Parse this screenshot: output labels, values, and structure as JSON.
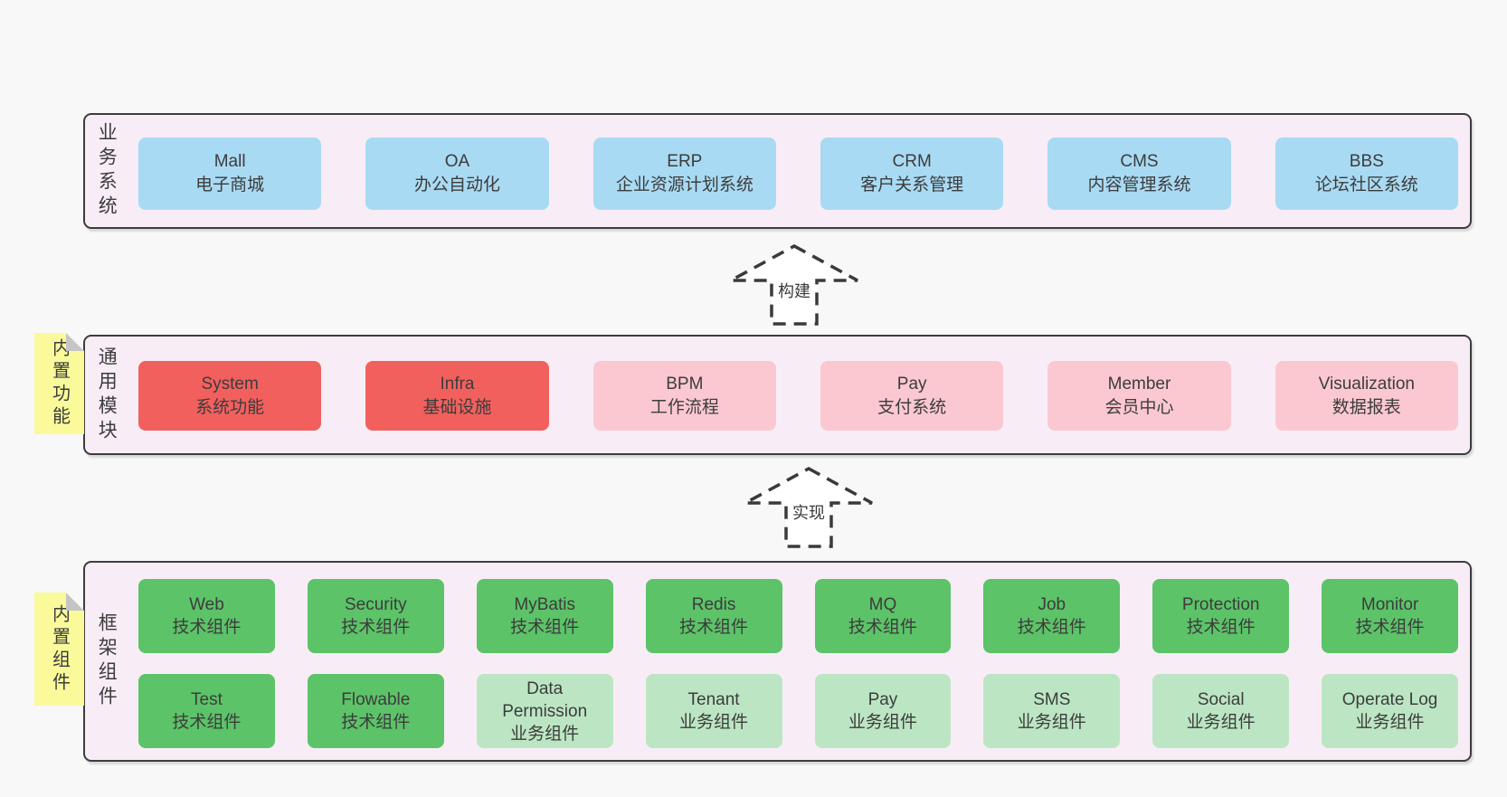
{
  "colors": {
    "page_bg": "#f8f8f8",
    "band_bg": "#f8edf6",
    "band_border": "#3d3d3d",
    "blue_node": "#a9daf3",
    "red_node": "#f2605e",
    "pink_node": "#fbc8d1",
    "green_node": "#5cc368",
    "light_green_node": "#bce6c3",
    "sticky_yellow": "#fafa9b",
    "sticky_fold": "#c5c5c5",
    "text": "#3c3c3c"
  },
  "business": {
    "label": "业务系统",
    "boxes": [
      {
        "title": "Mall",
        "subtitle": "电子商城",
        "variant": "blue"
      },
      {
        "title": "OA",
        "subtitle": "办公自动化",
        "variant": "blue"
      },
      {
        "title": "ERP",
        "subtitle": "企业资源计划系统",
        "variant": "blue"
      },
      {
        "title": "CRM",
        "subtitle": "客户关系管理",
        "variant": "blue"
      },
      {
        "title": "CMS",
        "subtitle": "内容管理系统",
        "variant": "blue"
      },
      {
        "title": "BBS",
        "subtitle": "论坛社区系统",
        "variant": "blue"
      }
    ]
  },
  "arrows": {
    "build": "构建",
    "implement": "实现"
  },
  "modules": {
    "sticky": "内置功能",
    "label": "通用模块",
    "boxes": [
      {
        "title": "System",
        "subtitle": "系统功能",
        "variant": "red"
      },
      {
        "title": "Infra",
        "subtitle": "基础设施",
        "variant": "red"
      },
      {
        "title": "BPM",
        "subtitle": "工作流程",
        "variant": "pink"
      },
      {
        "title": "Pay",
        "subtitle": "支付系统",
        "variant": "pink"
      },
      {
        "title": "Member",
        "subtitle": "会员中心",
        "variant": "pink"
      },
      {
        "title": "Visualization",
        "subtitle": "数据报表",
        "variant": "pink"
      }
    ]
  },
  "components": {
    "sticky": "内置组件",
    "label": "框架组件",
    "row1": [
      {
        "title": "Web",
        "subtitle": "技术组件",
        "variant": "green"
      },
      {
        "title": "Security",
        "subtitle": "技术组件",
        "variant": "green"
      },
      {
        "title": "MyBatis",
        "subtitle": "技术组件",
        "variant": "green"
      },
      {
        "title": "Redis",
        "subtitle": "技术组件",
        "variant": "green"
      },
      {
        "title": "MQ",
        "subtitle": "技术组件",
        "variant": "green"
      },
      {
        "title": "Job",
        "subtitle": "技术组件",
        "variant": "green"
      },
      {
        "title": "Protection",
        "subtitle": "技术组件",
        "variant": "green"
      },
      {
        "title": "Monitor",
        "subtitle": "技术组件",
        "variant": "green"
      }
    ],
    "row2": [
      {
        "title": "Test",
        "subtitle": "技术组件",
        "variant": "green"
      },
      {
        "title": "Flowable",
        "subtitle": "技术组件",
        "variant": "green"
      },
      {
        "title": "Data Permission",
        "subtitle": "业务组件",
        "variant": "lightgreen"
      },
      {
        "title": "Tenant",
        "subtitle": "业务组件",
        "variant": "lightgreen"
      },
      {
        "title": "Pay",
        "subtitle": "业务组件",
        "variant": "lightgreen"
      },
      {
        "title": "SMS",
        "subtitle": "业务组件",
        "variant": "lightgreen"
      },
      {
        "title": "Social",
        "subtitle": "业务组件",
        "variant": "lightgreen"
      },
      {
        "title": "Operate Log",
        "subtitle": "业务组件",
        "variant": "lightgreen"
      }
    ]
  }
}
